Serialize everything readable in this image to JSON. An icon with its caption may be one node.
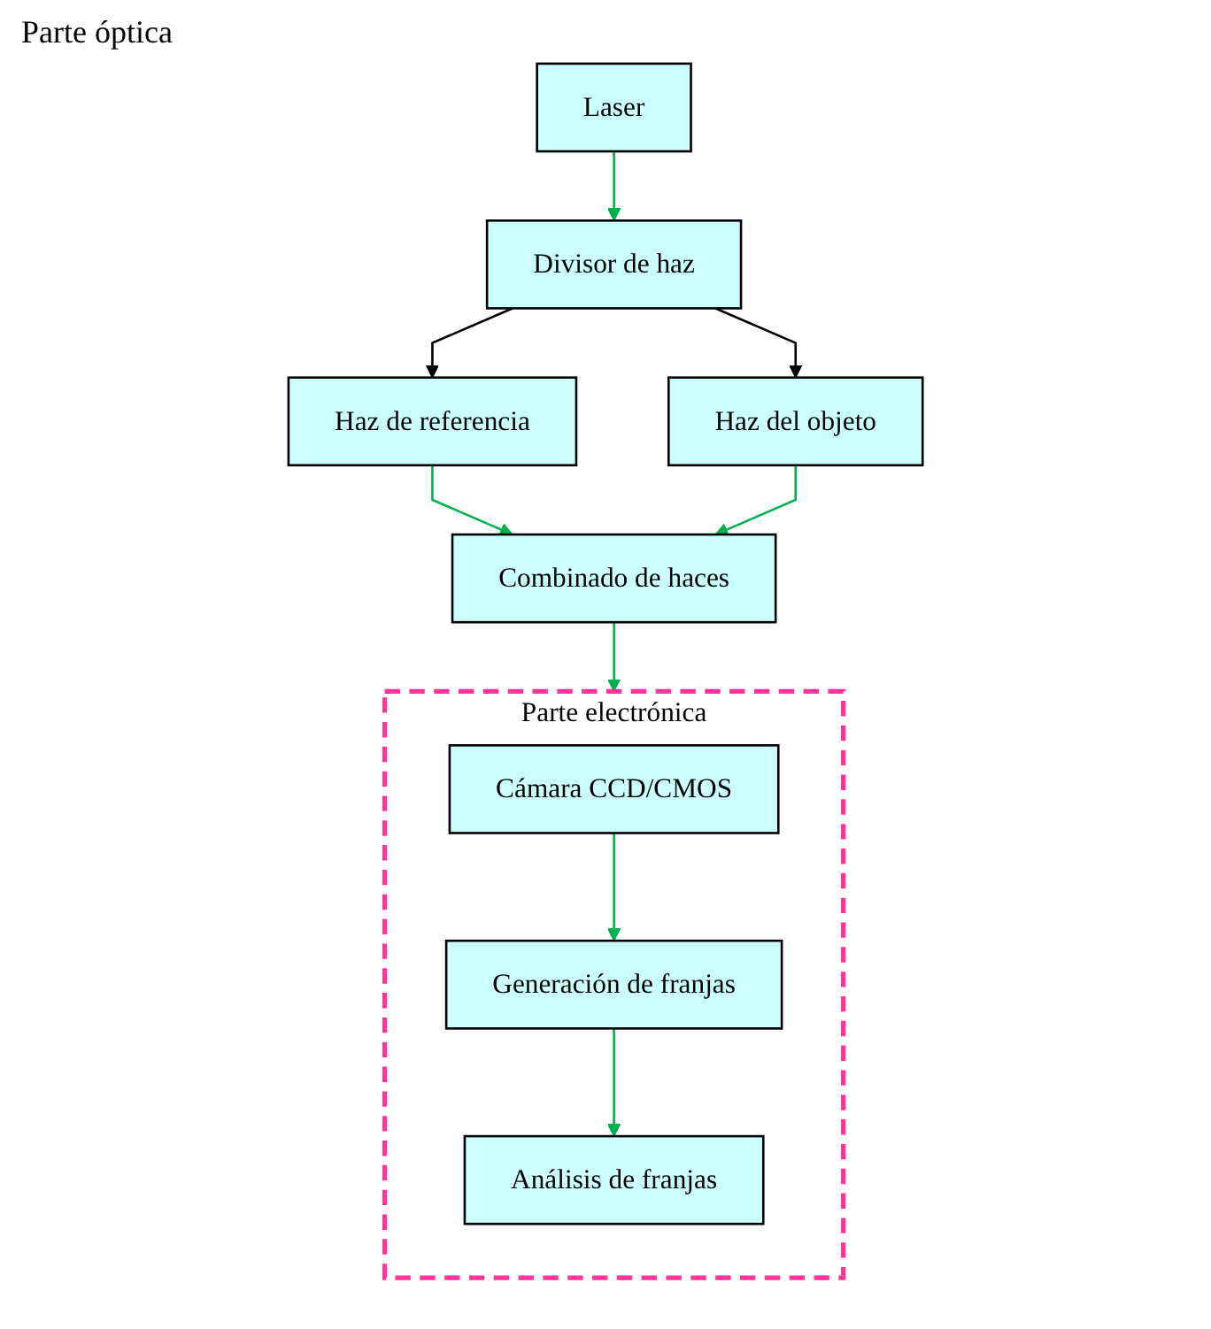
{
  "diagram": {
    "nodes": [
      {
        "text": [
          "Laser"
        ]
      },
      {
        "text": [
          "Divisor de haz"
        ]
      },
      {
        "text": [
          "Haz de referencia"
        ]
      },
      {
        "text": [
          "Haz del objeto"
        ]
      },
      {
        "text": [
          "Combinado de haces"
        ]
      },
      {
        "text": [
          "Parte electrónica"
        ]
      },
      {
        "text": [
          "Cámara CCD/CMOS"
        ],
        "in": 5
      },
      {
        "text": [
          "Generación de franjas"
        ],
        "in": 5
      },
      {
        "text": [
          "Análisis de franjas"
        ],
        "in": 5
      }
    ],
    "edges": [
      {
        "from": 0,
        "to": 1,
        "arrow": "to"
      },
      {
        "from": 1,
        "to": 2,
        "arrow": "to",
        "color": "#000000"
      },
      {
        "from": 1,
        "to": 3,
        "arrow": "to",
        "color": "#000000"
      },
      {
        "from": 2,
        "to": 4,
        "arrow": "to"
      },
      {
        "from": 3,
        "to": 4,
        "arrow": "to"
      },
      {
        "from": 4,
        "to": 5,
        "arrow": "to"
      },
      {
        "from": 6,
        "to": 7,
        "arrow": "to"
      },
      {
        "from": 7,
        "to": 8,
        "arrow": "to"
      }
    ],
    "labels": [
      "Parte óptica"
    ]
  }
}
